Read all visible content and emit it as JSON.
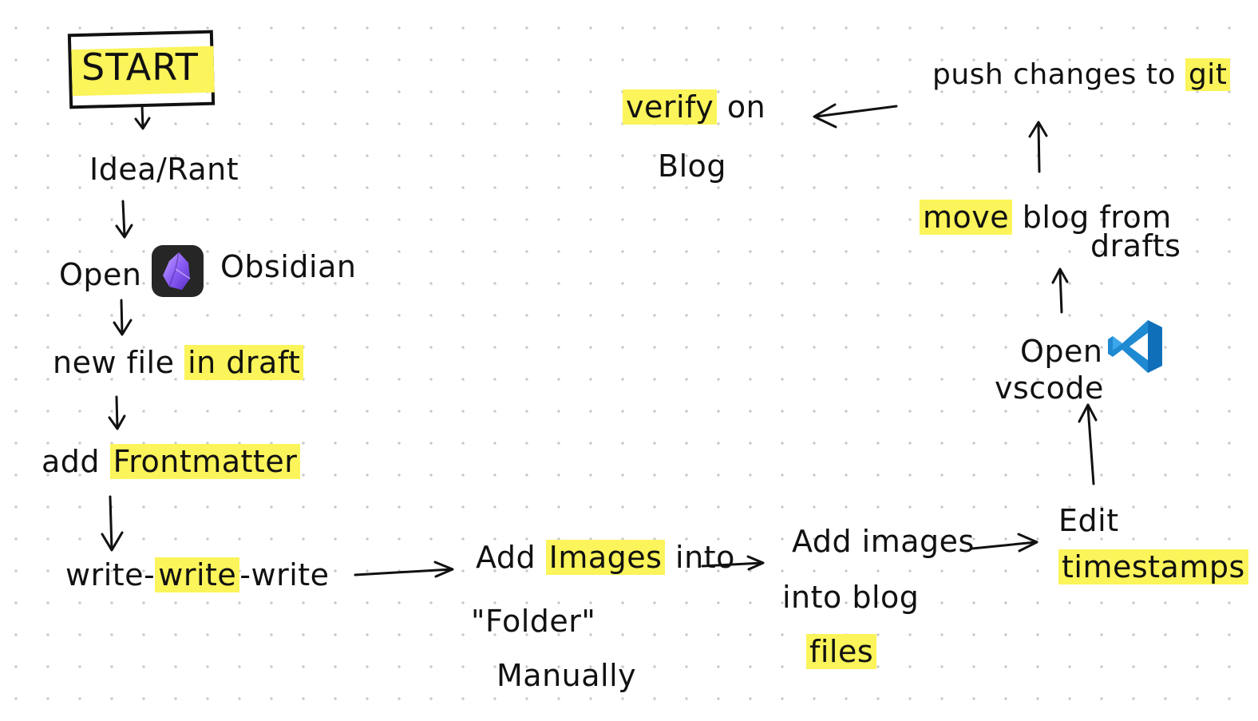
{
  "flow": {
    "start": "START",
    "idea": "Idea/Rant",
    "open_obsidian_prefix": "Open",
    "open_obsidian_app": "Obsidian",
    "new_file_prefix": "new file ",
    "new_file_highlight": "in draft",
    "add_prefix": "add ",
    "add_highlight": "Frontmatter",
    "write_1": "write-",
    "write_2": "write",
    "write_3": "-write",
    "add_images_prefix": "Add ",
    "add_images_highlight": "Images",
    "add_images_suffix": " into",
    "add_images_line2": "\"Folder\"",
    "add_images_line3": "Manually",
    "blog_images_line1": "Add images",
    "blog_images_line2": "into blog",
    "blog_images_line3": "files",
    "edit_line1": "Edit",
    "edit_line2": "timestamps",
    "vscode_line1": "Open",
    "vscode_line2": "vscode",
    "move_highlight": "move",
    "move_suffix": " blog from",
    "move_line2": "drafts",
    "push_prefix": "push changes to ",
    "push_highlight": "git",
    "verify_highlight": "verify",
    "verify_suffix": " on",
    "verify_line2": "Blog"
  },
  "colors": {
    "highlight": "#fbf45a",
    "ink": "#111111",
    "grid_dot": "#c9c9c9",
    "obsidian_purple": "#8b5cf6",
    "vscode_blue": "#1f8ad2"
  },
  "icons": [
    "obsidian-icon",
    "vscode-icon"
  ]
}
